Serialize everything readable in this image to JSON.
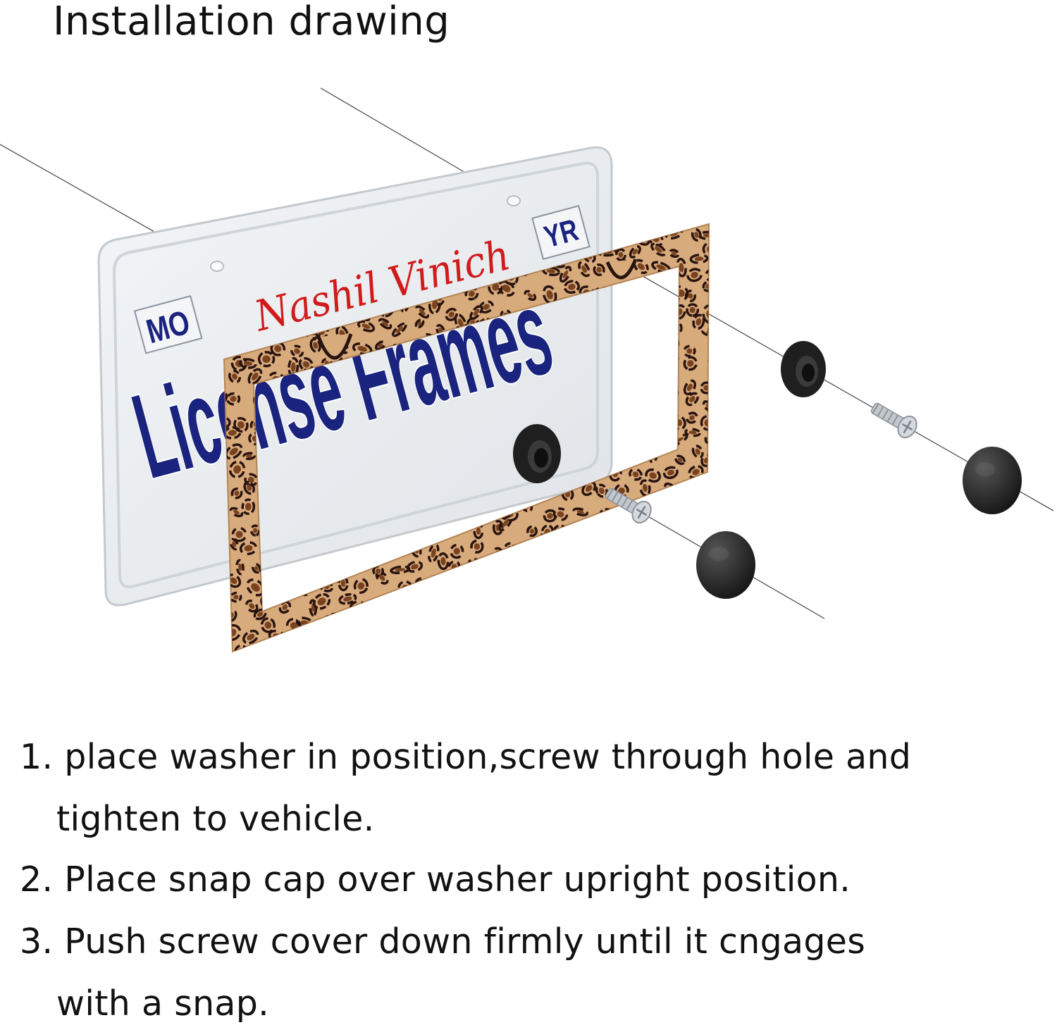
{
  "title": "Installation drawing",
  "plate": {
    "state_left": "MO",
    "state_right": "YR",
    "script_text": "Nashil Vinich",
    "main_text": "License Frames"
  },
  "steps": [
    {
      "line1": "1. place washer in position,screw through hole and",
      "line2": "tighten to vehicle."
    },
    {
      "line1": "2. Place snap cap over washer upright position."
    },
    {
      "line1": "3. Push screw cover down firmly until it cngages",
      "line2": "with a snap."
    }
  ],
  "colors": {
    "plate": "#e9ecef",
    "frame_base": "#d8ab7c",
    "spot_dark": "#2a1410",
    "spot_mid": "#7a4320",
    "plate_text": "#1a237e",
    "script": "#d11a1a",
    "hardware": "#1d1d1d",
    "screw": "#b9bec4"
  }
}
